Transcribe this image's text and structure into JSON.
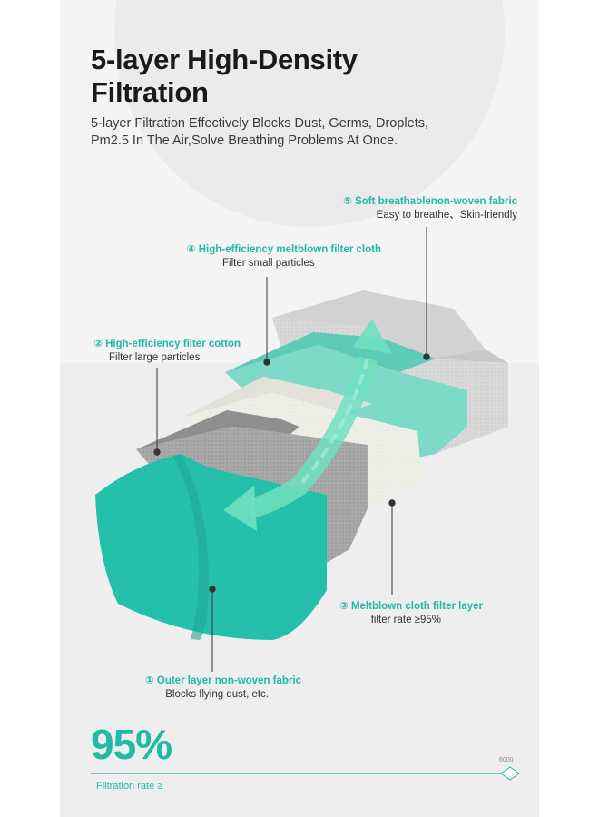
{
  "heading": {
    "title_line1": "5-layer High-Density",
    "title_line2": "Filtration",
    "subtitle_line1": "5-layer Filtration Effectively Blocks Dust, Germs, Droplets,",
    "subtitle_line2": "Pm2.5 In The Air,Solve Breathing Problems At Once."
  },
  "layers": [
    {
      "name": "⑤ Soft breathablenon-woven fabric",
      "desc": "Easy to breathe、Skin-friendly"
    },
    {
      "name": "④ High-efficiency meltblown filter cloth",
      "desc": "Filter small particles"
    },
    {
      "name": "② High-efficiency filter cotton",
      "desc": "Filter large particles"
    },
    {
      "name": "③ Meltblown cloth filter layer",
      "desc": "filter rate ≥95%"
    },
    {
      "name": "① Outer layer non-woven fabric",
      "desc": "Blocks flying dust, etc."
    }
  ],
  "stats": {
    "percent": "95%",
    "rate_label": "Filtration rate ≥",
    "scale_label": "6000"
  },
  "colors": {
    "accent": "#22b9a6",
    "outer_layer": "#25c0aa",
    "meltblown_green": "#7dd9c8",
    "arrow": "#6fe0c0"
  }
}
